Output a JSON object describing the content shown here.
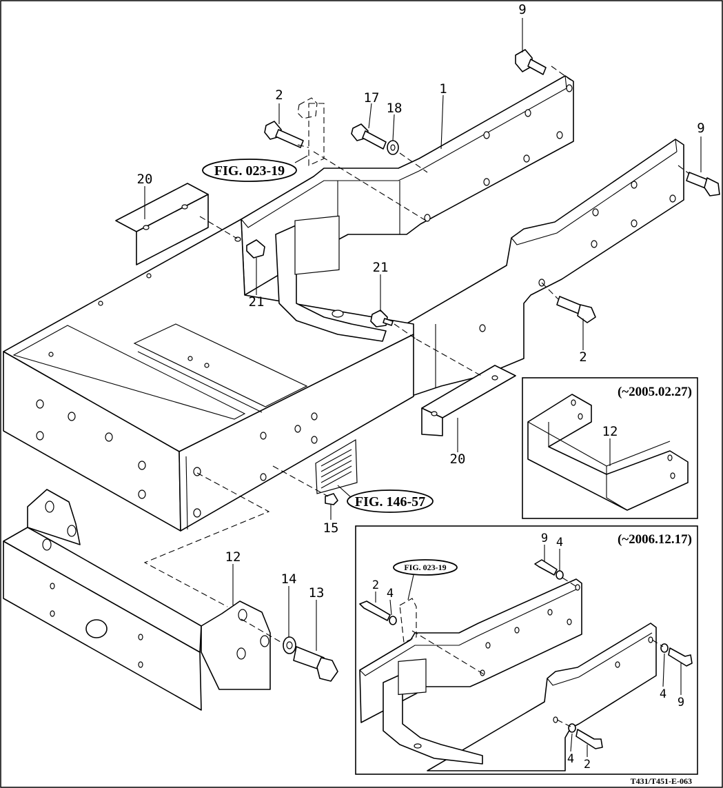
{
  "callouts": {
    "c9_top": "9",
    "c9_right": "9",
    "c2_topleft": "2",
    "c17": "17",
    "c18": "18",
    "c1": "1",
    "c20_left": "20",
    "c21_left": "21",
    "c21_mid": "21",
    "c2_right": "2",
    "c20_mid": "20",
    "c15": "15",
    "c12_main": "12",
    "c14": "14",
    "c13": "13",
    "c12_inset": "12",
    "i_c9_top": "9",
    "i_c4_top": "4",
    "i_c2": "2",
    "i_c4_left": "4",
    "i_c4_right": "4",
    "i_c9_right": "9",
    "i_c4_bottom": "4",
    "i_c2_bottom": "2"
  },
  "figure_refs": {
    "fig_023_19": "FIG. 023-19",
    "fig_146_57": "FIG. 146-57",
    "inset_fig_023_19": "FIG. 023-19"
  },
  "insets": {
    "inset_a_date": "(~2005.02.27)",
    "inset_b_date": "(~2006.12.17)"
  },
  "doc_id": "T431/T451-E-063"
}
